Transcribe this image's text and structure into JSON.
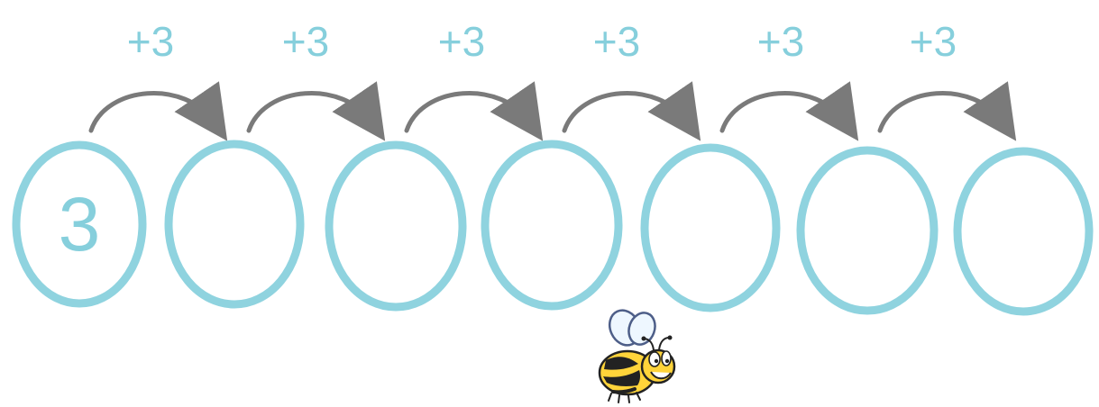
{
  "sequence": {
    "start_value": "3",
    "step_labels": [
      "+3",
      "+3",
      "+3",
      "+3",
      "+3",
      "+3"
    ],
    "circle_values": [
      "3",
      "",
      "",
      "",
      "",
      "",
      ""
    ]
  },
  "colors": {
    "circle_outline": "#8fd3df",
    "step_text": "#86cfdc",
    "arrow": "#7a7a7a"
  },
  "mascot": {
    "icon": "bee-icon"
  }
}
